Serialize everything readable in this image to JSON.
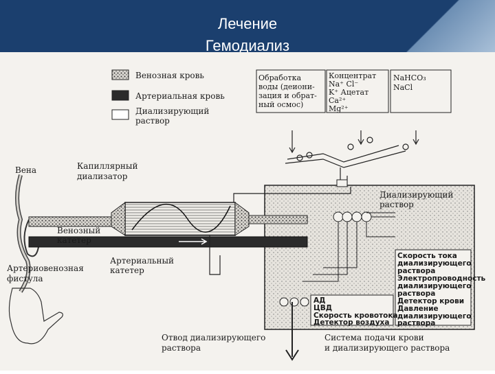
{
  "header": {
    "title_line1": "Лечение",
    "title_line2": "Гемодиализ"
  },
  "legend": {
    "venous_blood": "Венозная кровь",
    "arterial_blood": "Артериальная  кровь",
    "dialysate_line1": "Диализирующий",
    "dialysate_line2": "раствор"
  },
  "top_boxes": {
    "water_treatment": [
      "Обработка",
      "воды (деиони-",
      "зация и обрат-",
      "ный осмос)"
    ],
    "concentrate": [
      "Концентрат",
      "Na⁺   Cl⁻",
      "K⁺    Ацетат",
      "Ca²⁺",
      "Mg²⁺"
    ],
    "bicarbonate": [
      "NaHCO₃",
      "NaCl"
    ]
  },
  "labels": {
    "vein": "Вена",
    "capillary_dialyzer_1": "Капиллярный",
    "capillary_dialyzer_2": "диализатор",
    "venous_catheter_1": "Венозный",
    "venous_catheter_2": "катетер",
    "arterial_catheter_1": "Артериальный",
    "arterial_catheter_2": "катетер",
    "av_fistula_1": "Артериовенозная",
    "av_fistula_2": "фистула",
    "dialysate_solution_1": "Диализирующий",
    "dialysate_solution_2": "раствор",
    "drain_1": "Отвод  диализирующего",
    "drain_2": "раствора",
    "delivery_1": "Система подачи крови",
    "delivery_2": "и диализирующего раствора"
  },
  "monitors": [
    "Скорость тока",
    "диализирующего",
    "раствора",
    "Электропроводность",
    "диализирующего",
    "раствора",
    "Детектор крови",
    "Давление",
    "диализирующего",
    "раствора"
  ],
  "blood_monitors": [
    "АД",
    "ЦВД",
    "Скорость кровотока",
    "Детектор воздуха"
  ]
}
